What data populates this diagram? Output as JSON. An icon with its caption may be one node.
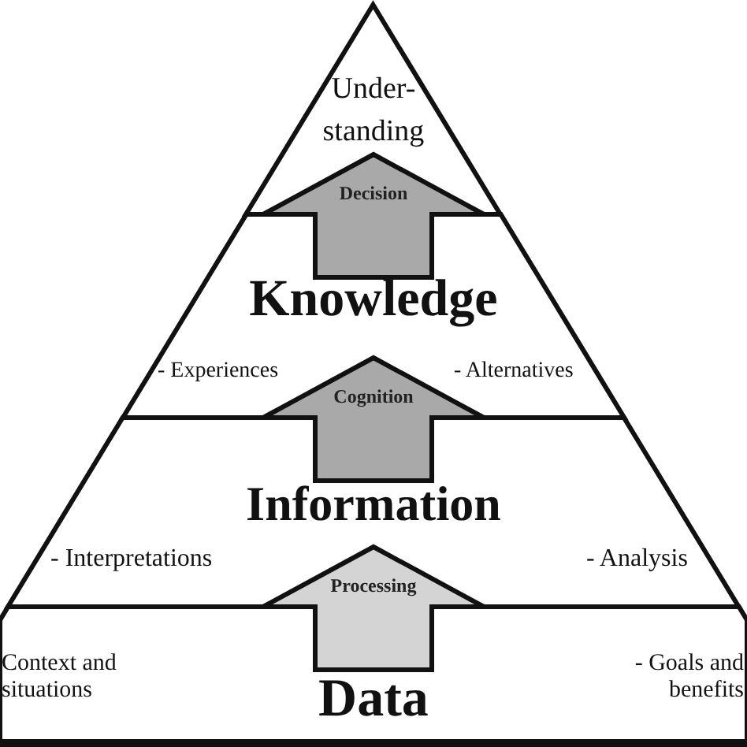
{
  "diagram": {
    "nodes": [
      {
        "text": [
          "Under- standing"
        ]
      },
      {
        "text": [
          "Knowledge",
          "- Experiences",
          "- Alternatives"
        ]
      },
      {
        "text": [
          "Information",
          "- Interpretations",
          "- Analysis"
        ]
      },
      {
        "text": [
          "Data",
          "Context and situations",
          "- Goals and benefits"
        ]
      }
    ],
    "edges": [
      {
        "from": 1,
        "to": 0,
        "arrow": "to",
        "label": "Decision",
        "style": "thick"
      },
      {
        "from": 2,
        "to": 1,
        "arrow": "to",
        "label": "Cognition",
        "style": "thick"
      },
      {
        "from": 3,
        "to": 2,
        "arrow": "to",
        "label": "Processing",
        "style": "thick",
        "color": "#d4d4d4"
      }
    ]
  }
}
